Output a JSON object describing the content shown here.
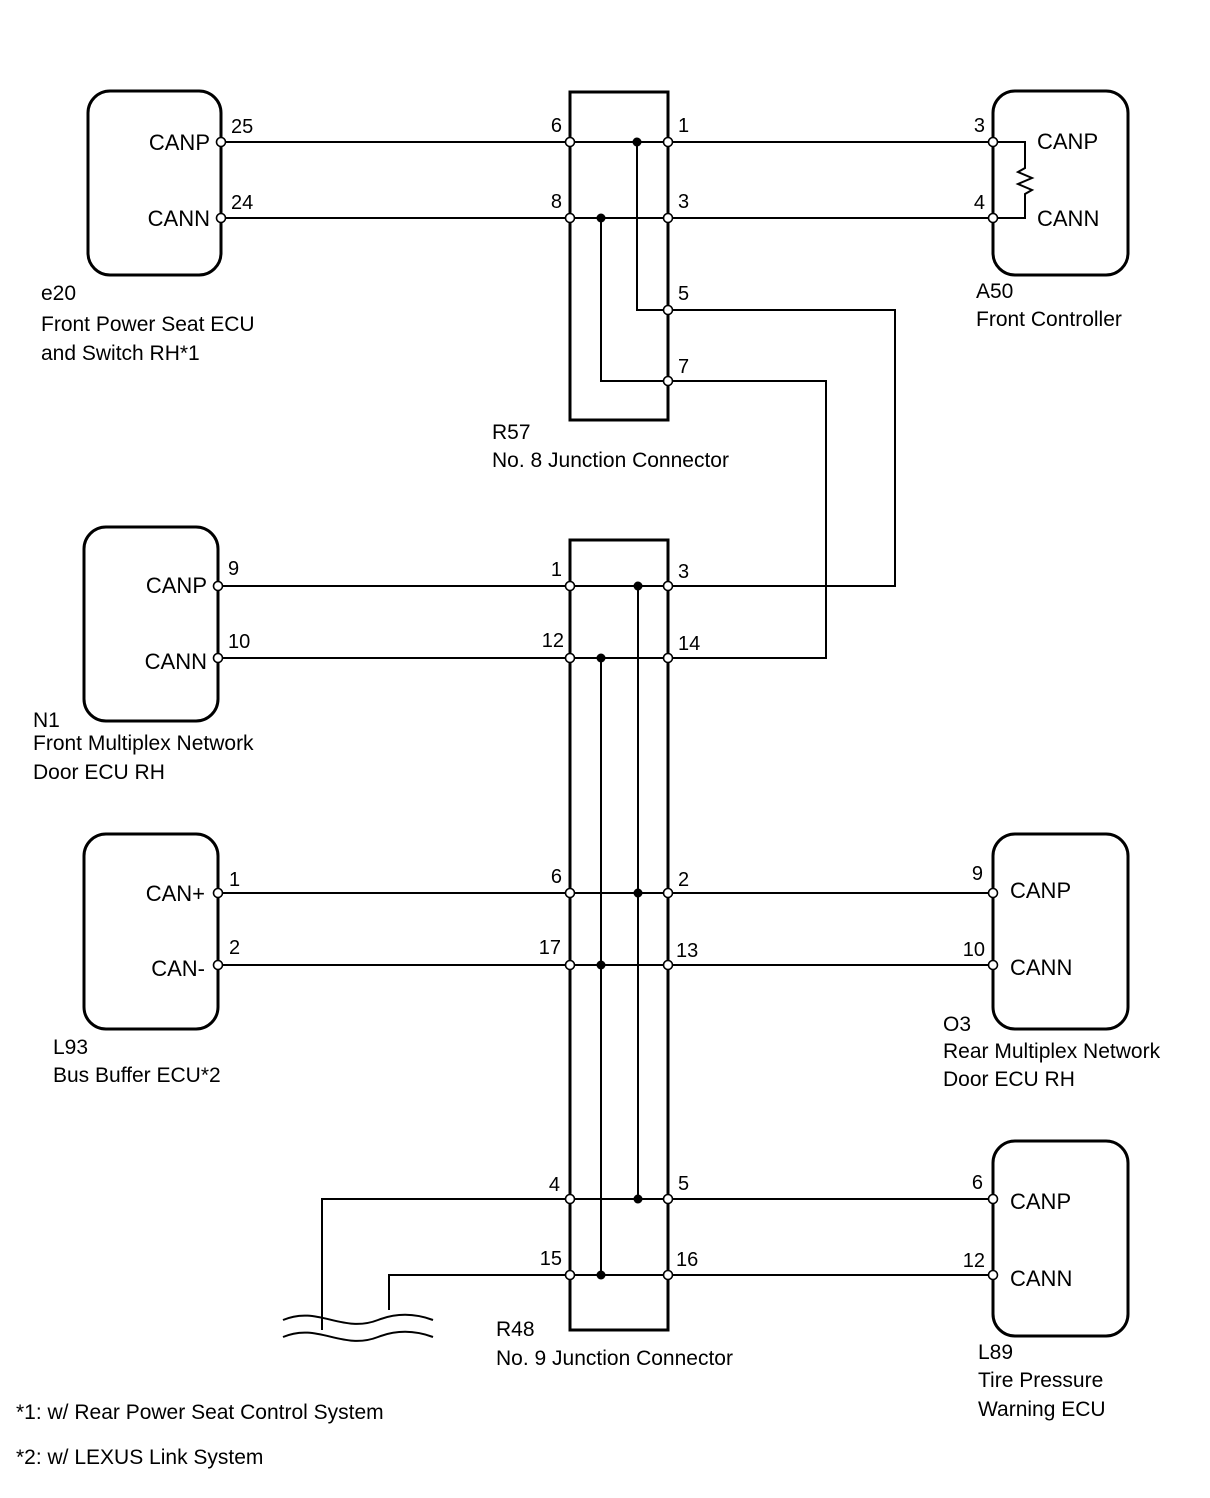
{
  "components": {
    "e20": {
      "code": "e20",
      "name_line1": "Front Power Seat ECU",
      "name_line2": "and Switch RH*1",
      "sig_p": "CANP",
      "sig_n": "CANN",
      "pin_p": "25",
      "pin_n": "24"
    },
    "a50": {
      "code": "A50",
      "name_line1": "Front Controller",
      "sig_p": "CANP",
      "sig_n": "CANN",
      "pin_p": "3",
      "pin_n": "4"
    },
    "n1": {
      "code": "N1",
      "name_line1": "Front Multiplex Network",
      "name_line2": "Door ECU RH",
      "sig_p": "CANP",
      "sig_n": "CANN",
      "pin_p": "9",
      "pin_n": "10"
    },
    "l93": {
      "code": "L93",
      "name_line1": "Bus Buffer ECU*2",
      "sig_p": "CAN+",
      "sig_n": "CAN-",
      "pin_p": "1",
      "pin_n": "2"
    },
    "o3": {
      "code": "O3",
      "name_line1": "Rear Multiplex Network",
      "name_line2": "Door ECU RH",
      "sig_p": "CANP",
      "sig_n": "CANN",
      "pin_p": "9",
      "pin_n": "10"
    },
    "l89": {
      "code": "L89",
      "name_line1": "Tire Pressure",
      "name_line2": "Warning ECU",
      "sig_p": "CANP",
      "sig_n": "CANN",
      "pin_p": "6",
      "pin_n": "12"
    }
  },
  "junctions": {
    "r57": {
      "code": "R57",
      "name": "No. 8 Junction Connector",
      "pins": {
        "l_p": "6",
        "l_n": "8",
        "r_p": "1",
        "r_n": "3",
        "r_5": "5",
        "r_7": "7"
      }
    },
    "r48": {
      "code": "R48",
      "name": "No. 9 Junction Connector",
      "pins": {
        "l1": "1",
        "l12": "12",
        "l6": "6",
        "l17": "17",
        "l4": "4",
        "l15": "15",
        "r3": "3",
        "r14": "14",
        "r2": "2",
        "r13": "13",
        "r5": "5",
        "r16": "16"
      }
    }
  },
  "notes": {
    "note1": "*1: w/ Rear Power Seat Control System",
    "note2": "*2: w/ LEXUS Link System"
  }
}
